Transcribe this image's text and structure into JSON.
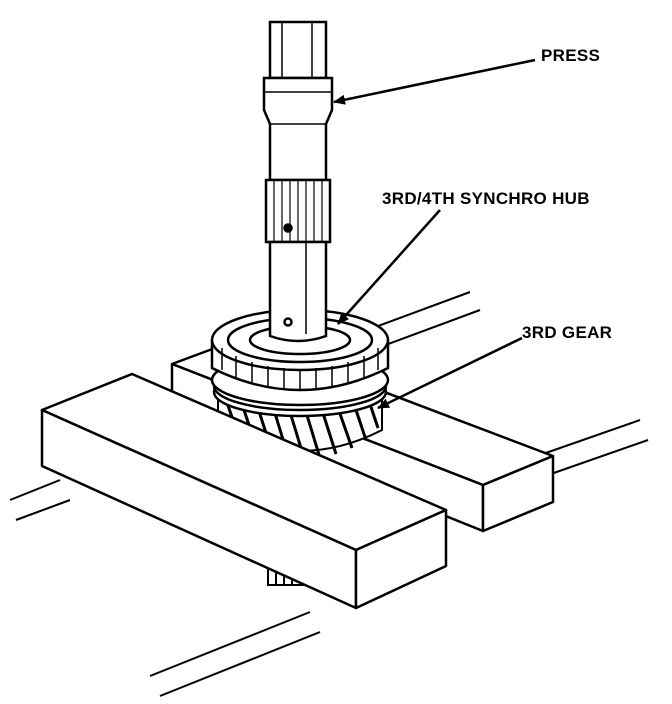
{
  "labels": {
    "press": "PRESS",
    "synchro_hub": "3RD/4TH SYNCHRO HUB",
    "third_gear": "3RD GEAR"
  },
  "colors": {
    "ink": "#000000",
    "paper": "#ffffff",
    "shade": "#c8c8c8"
  }
}
